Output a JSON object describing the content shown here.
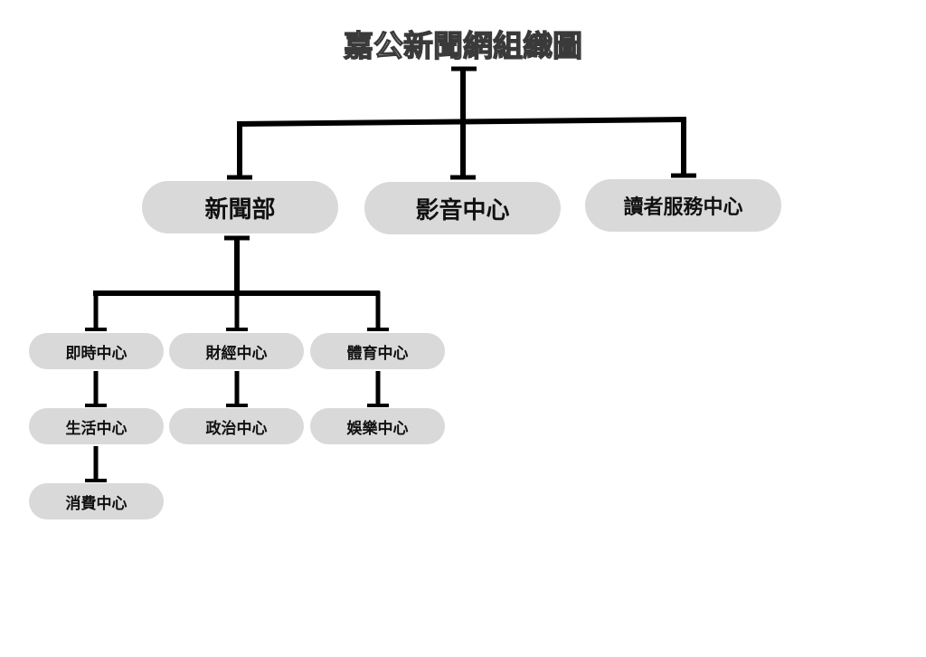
{
  "title": "嘉公新聞網組織圖",
  "departments": [
    {
      "name": "新聞部",
      "columns": [
        [
          "即時中心",
          "生活中心",
          "消費中心"
        ],
        [
          "財經中心",
          "政治中心"
        ],
        [
          "體育中心",
          "娛樂中心"
        ]
      ]
    },
    {
      "name": "影音中心"
    },
    {
      "name": "讀者服務中心"
    }
  ],
  "colors": {
    "background": "#ffffff",
    "node_fill": "#d9d9d9",
    "connector": "#000000",
    "text": "#111111",
    "title_outline": "#3a3a3a"
  }
}
